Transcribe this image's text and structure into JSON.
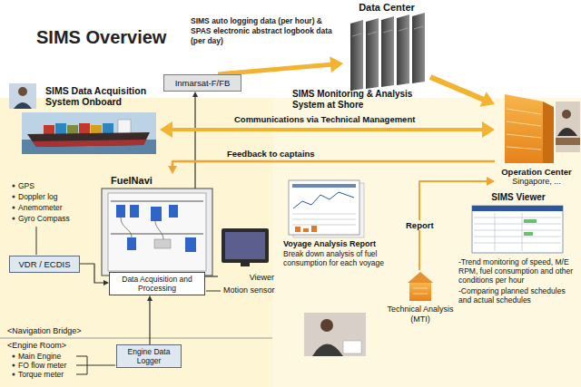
{
  "diagram": {
    "title": "SIMS Overview",
    "nodes": [
      {
        "text": [
          "Data Center"
        ]
      },
      {
        "text": [
          "SIMS Data Acquisition System Onboard"
        ]
      },
      {
        "text": [
          "Inmarsat-F/FB"
        ]
      },
      {
        "text": [
          "Operation Center",
          "Singapore, ..."
        ]
      },
      {
        "text": [
          "FuelNavi"
        ]
      },
      {
        "text": [
          "Data Acquisition and Processing"
        ],
        "in": 4
      },
      {
        "text": [
          "Viewer"
        ]
      },
      {
        "text": [
          "VDR / ECDIS"
        ]
      },
      {
        "text": [
          "Engine Data Logger"
        ]
      },
      {
        "text": [
          "Voyage Analysis Report",
          "Break down analysis of fuel consumption for each voyage"
        ]
      },
      {
        "text": [
          "Technical Analysis (MTI)"
        ]
      },
      {
        "text": [
          "SIMS Viewer",
          "-Trend monitoring of speed, M/E RPM, fuel consumption and other conditions per hour",
          "-Comparing planned schedules and actual schedules"
        ]
      }
    ],
    "edges": [
      {
        "from": 2,
        "to": 0,
        "arrow": "to",
        "label": "SIMS auto logging data (per hour) & SPAS electronic abstract logbook data (per day)"
      },
      {
        "from": 0,
        "to": 3,
        "arrow": "to"
      },
      {
        "from": 1,
        "to": 3,
        "arrow": "both",
        "label": "Communications via Technical Management"
      },
      {
        "from": 3,
        "to": 4,
        "arrow": "to",
        "label": "Feedback to captains"
      },
      {
        "from": 10,
        "to": 3,
        "arrow": "to",
        "label": "Report"
      },
      {
        "from": 7,
        "to": 5,
        "arrow": "to"
      },
      {
        "from": 8,
        "to": 5,
        "arrow": "to"
      },
      {
        "from": 5,
        "to": 2,
        "arrow": "to"
      },
      {
        "from": 6,
        "to": 5,
        "arrow": "none"
      }
    ],
    "labels": [
      "SIMS Monitoring & Analysis System at Shore",
      "GPS",
      "Doppler log",
      "Anemometer",
      "Gyro Compass",
      "Motion sensor",
      "<Navigation Bridge>",
      "<Engine Room>",
      "Main Engine",
      "FO flow meter",
      "Torque meter"
    ]
  }
}
